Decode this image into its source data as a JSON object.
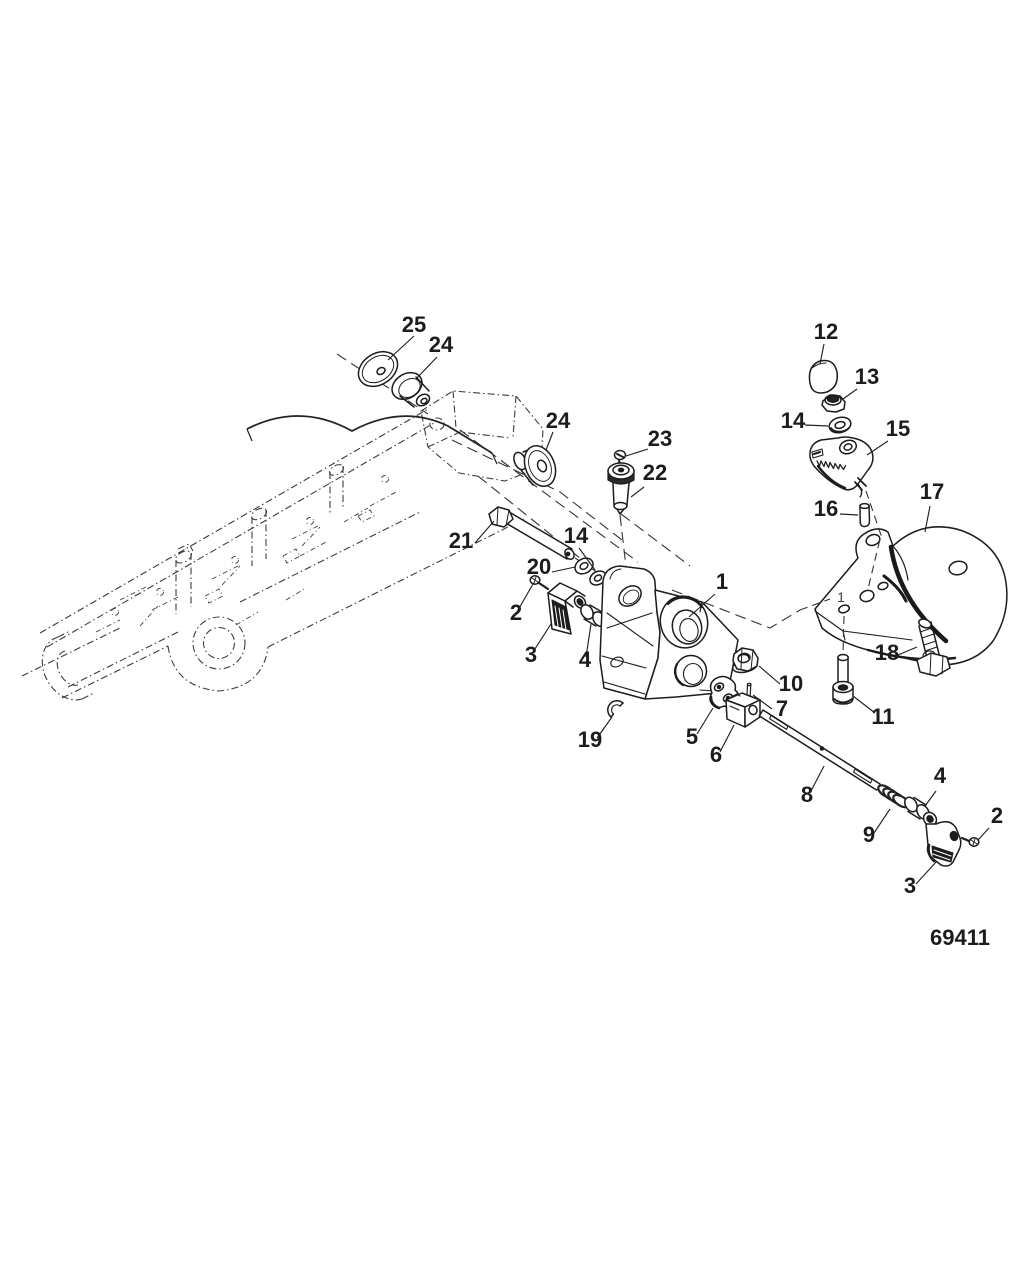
{
  "page": {
    "background": "#ffffff",
    "kind": "exploded-parts-diagram"
  },
  "figure": {
    "drawing_number": "69411"
  },
  "colors": {
    "line": "#1c1c1c",
    "ghost_line": "#3d3d3d",
    "background": "#ffffff"
  },
  "callouts": {
    "c25": "25",
    "c24a": "24",
    "c24b": "24",
    "c23": "23",
    "c22": "22",
    "c21": "21",
    "c14a": "14",
    "c20": "20",
    "c2a": "2",
    "c3a": "3",
    "c4a": "4",
    "c1": "1",
    "c12": "12",
    "c13": "13",
    "c14b": "14",
    "c15": "15",
    "c16": "16",
    "c17": "17",
    "c18": "18",
    "c11": "11",
    "c10": "10",
    "c7": "7",
    "c5": "5",
    "c6": "6",
    "c19": "19",
    "c8": "8",
    "c9": "9",
    "c4b": "4",
    "c2b": "2",
    "c3b": "3",
    "ghost1": "1"
  }
}
